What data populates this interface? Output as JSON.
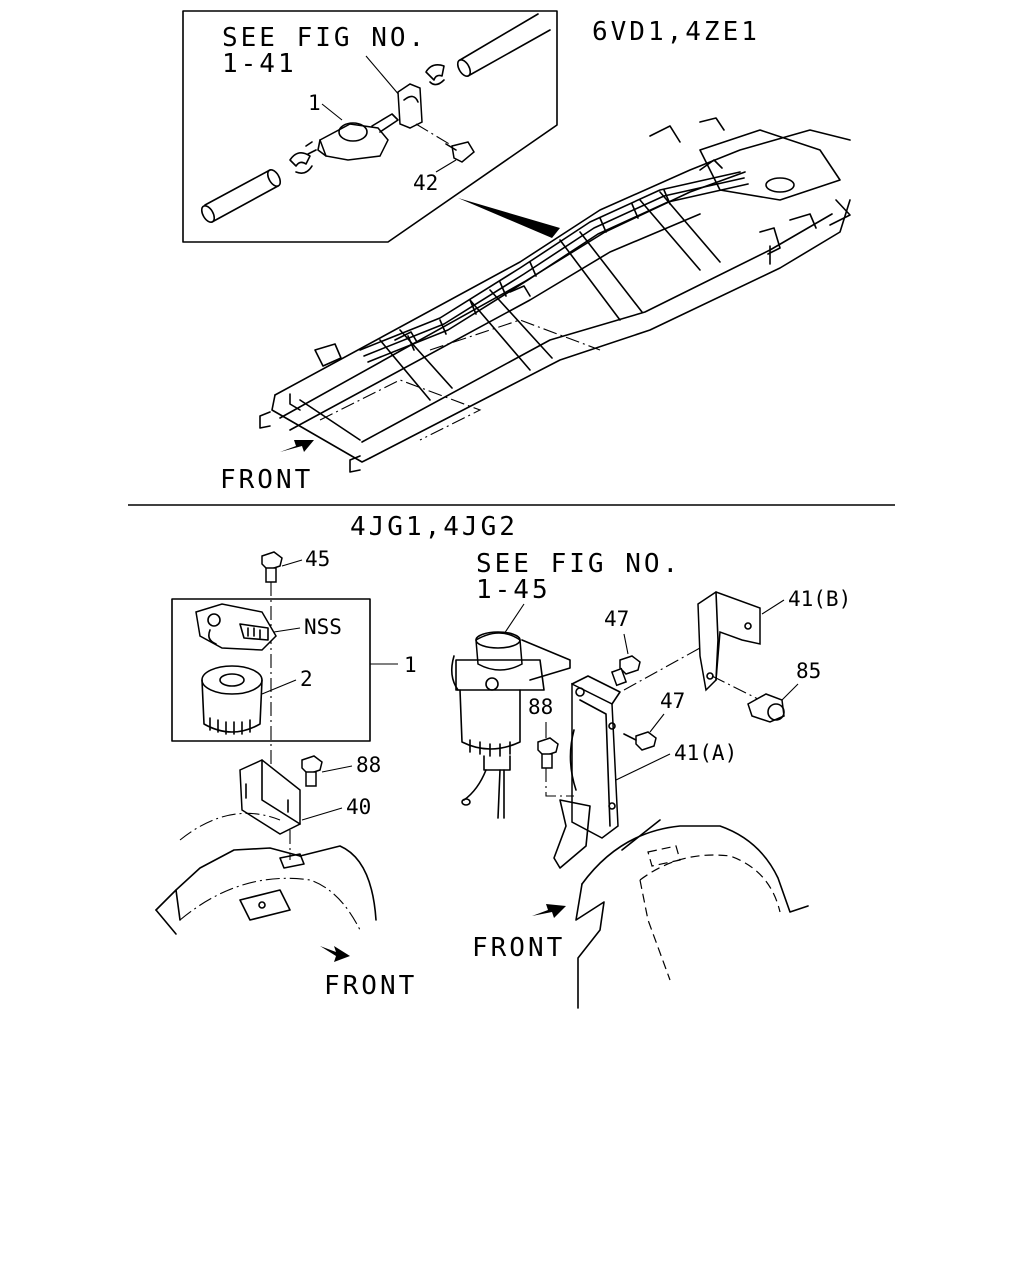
{
  "top_section": {
    "engine_label": "6VD1,4ZE1",
    "inset_ref_line1": "SEE FIG NO.",
    "inset_ref_line2": "1-41",
    "callout_1": "1",
    "callout_42": "42",
    "front_label": "FRONT"
  },
  "bottom_section": {
    "engine_label": "4JG1,4JG2",
    "ref_line1": "SEE FIG NO.",
    "ref_line2": "1-45",
    "left_assembly": {
      "callout_45": "45",
      "callout_nss": "NSS",
      "callout_2": "2",
      "callout_1": "1",
      "callout_88": "88",
      "callout_40": "40",
      "front_label": "FRONT"
    },
    "right_assembly": {
      "callout_47a": "47",
      "callout_47b": "47",
      "callout_41b": "41(B)",
      "callout_85": "85",
      "callout_88": "88",
      "callout_41a": "41(A)",
      "front_label": "FRONT"
    }
  }
}
